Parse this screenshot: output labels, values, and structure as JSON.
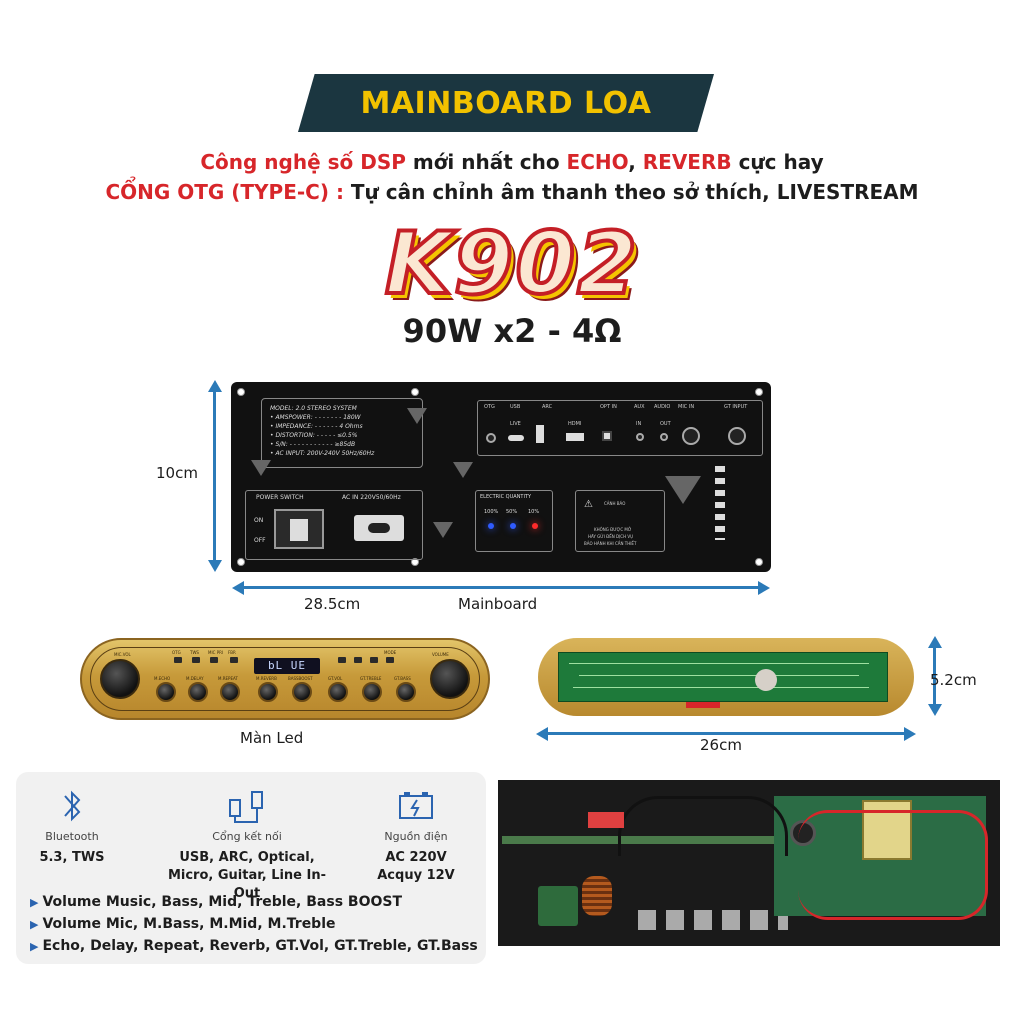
{
  "header": {
    "banner": "MAINBOARD LOA",
    "line1": {
      "a": "Công nghệ số DSP",
      "b": " mới nhất cho ",
      "c": "ECHO",
      "d": ", ",
      "e": "REVERB",
      "f": " cực hay"
    },
    "line2": {
      "a": "CỔNG OTG (TYPE-C) :",
      "b": " Tự cân chỉnh âm thanh theo sở thích, LIVESTREAM"
    },
    "model": "K902",
    "power": "90W x2 - 4Ω"
  },
  "mainboard": {
    "height_label": "10cm",
    "width_label": "28.5cm",
    "caption": "Mainboard",
    "specs": [
      "MODEL: 2.0 STEREO SYSTEM",
      "• AMSPOWER: - - - - - - - 180W",
      "• IMPEDANCE: - - - - - - 4 Ohms",
      "• DISTORTION: - - - - - ≤0.5%",
      "• S/N: - - - - - - - - - - - ≥85dB",
      "• AC INPUT: 200V-240V  50Hz/60Hz"
    ],
    "ports": [
      "OTG",
      "USB",
      "ARC",
      "OPT IN",
      "AUX",
      "AUDIO",
      "MIC IN",
      "GT INPUT"
    ],
    "port_sub": [
      "LIVE",
      "HDMI",
      "IN",
      "OUT"
    ],
    "power_switch": "POWER SWITCH",
    "switch_on": "ON",
    "switch_off": "OFF",
    "ac_in": "AC IN 220V50/60Hz",
    "electric_quantity": "ELECTRIC QUANTITY",
    "levels": [
      "100%",
      "50%",
      "10%"
    ],
    "warning_title": "CẢNH BÁO",
    "warning_text": [
      "KHÔNG ĐƯỢC MỞ",
      "HÃY GỬI ĐẾN DỊCH VỤ",
      "BẢO HÀNH KHI CẦN THIẾT"
    ],
    "led_colors": [
      "#2f5bff",
      "#2f5bff",
      "#ff2b2b"
    ]
  },
  "control_panel": {
    "caption": "Màn Led",
    "display": "bL UE",
    "left_knob": "MIC.VOL",
    "right_knob": "VOLUME",
    "knobs": [
      "M.ECHO",
      "M.DELAY",
      "M.REPEAT",
      "M.REVERB",
      "BASSBOOST",
      "GT.VOL",
      "GT.TREBLE",
      "GT.BASS"
    ],
    "buttons": [
      "OTG",
      "TWS",
      "MIC PRI",
      "FBR",
      "MODE"
    ]
  },
  "amp_board": {
    "height_label": "5.2cm",
    "width_label": "26cm"
  },
  "features": {
    "items": [
      {
        "icon": "bluetooth-icon",
        "title": "Bluetooth",
        "value": [
          "5.3, TWS"
        ]
      },
      {
        "icon": "plug-icon",
        "title": "Cổng kết nối",
        "value": [
          "USB, ARC, Optical,",
          "Micro, Guitar, Line In-Out"
        ]
      },
      {
        "icon": "battery-icon",
        "title": "Nguồn điện",
        "value": [
          "AC 220V",
          "Acquy 12V"
        ]
      }
    ],
    "bullets": [
      "Volume Music, Bass, Mid, Treble, Bass BOOST",
      "Volume Mic, M.Bass, M.Mid, M.Treble",
      "Echo, Delay, Repeat, Reverb, GT.Vol, GT.Treble, GT.Bass"
    ],
    "accent": "#2b64b0"
  },
  "colors": {
    "banner_bg": "#1b3640",
    "banner_text": "#f2c200",
    "red": "#d7262a",
    "dimension": "#2b7ab8"
  }
}
